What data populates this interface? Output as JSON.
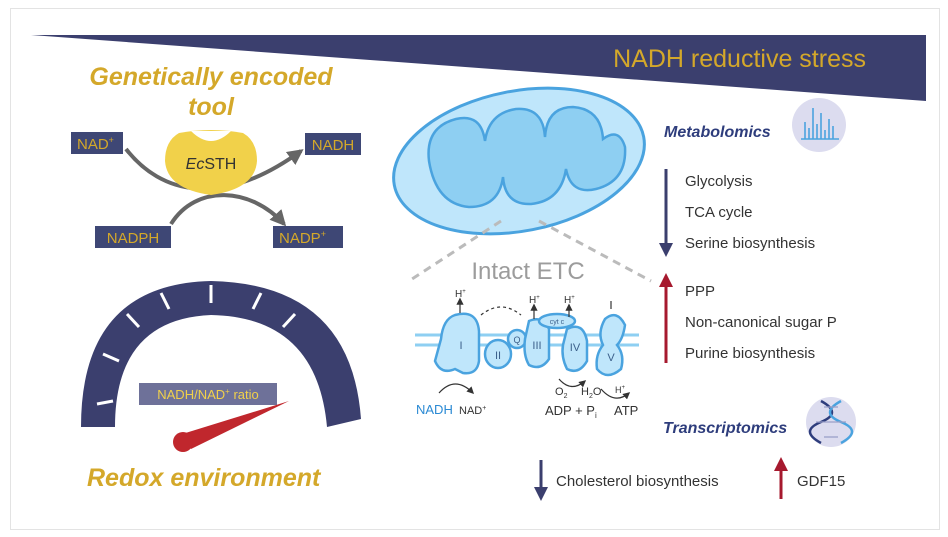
{
  "banner": {
    "title": "NADH reductive stress"
  },
  "tool": {
    "title_line1": "Genetically encoded",
    "title_line2": "tool",
    "nad_plus": "NAD",
    "nadh": "NADH",
    "nadph": "NADPH",
    "nadp_plus": "NADP",
    "plus_sup": "+",
    "enzyme_italic": "Ec",
    "enzyme_rest": "STH"
  },
  "gauge": {
    "ratio_prefix": "NADH/NAD",
    "ratio_suffix": " ratio",
    "plus_sup": "+",
    "title": "Redox environment"
  },
  "etc": {
    "title": "Intact ETC",
    "complexes": [
      "I",
      "II",
      "Q",
      "III",
      "cyt c",
      "IV",
      "V"
    ],
    "nadh": "NADH",
    "nad_plus": "NAD",
    "h_plus": "H",
    "o2": "O",
    "o2_sub": "2",
    "h2o_a": "H",
    "h2o_sub": "2",
    "h2o_b": "O",
    "adp": "ADP + P",
    "adp_sub": "i",
    "atp": "ATP",
    "plus_sup": "+"
  },
  "metabolomics": {
    "title": "Metabolomics",
    "down": [
      "Glycolysis",
      "TCA cycle",
      "Serine biosynthesis"
    ],
    "up": [
      "PPP",
      "Non-canonical sugar P",
      "Purine biosynthesis"
    ]
  },
  "transcriptomics": {
    "title": "Transcriptomics",
    "down": "Cholesterol biosynthesis",
    "up": "GDF15"
  },
  "colors": {
    "navy": "#3b3f6e",
    "gold": "#d4a82a",
    "label_box": "#3e4775",
    "enzyme": "#f1d14a",
    "mito_light": "#bfe6fb",
    "mito_stroke": "#4aa3df",
    "red": "#c0272d",
    "down_arrow": "#3b3f6e",
    "up_arrow": "#a6192e",
    "text": "#333333"
  }
}
